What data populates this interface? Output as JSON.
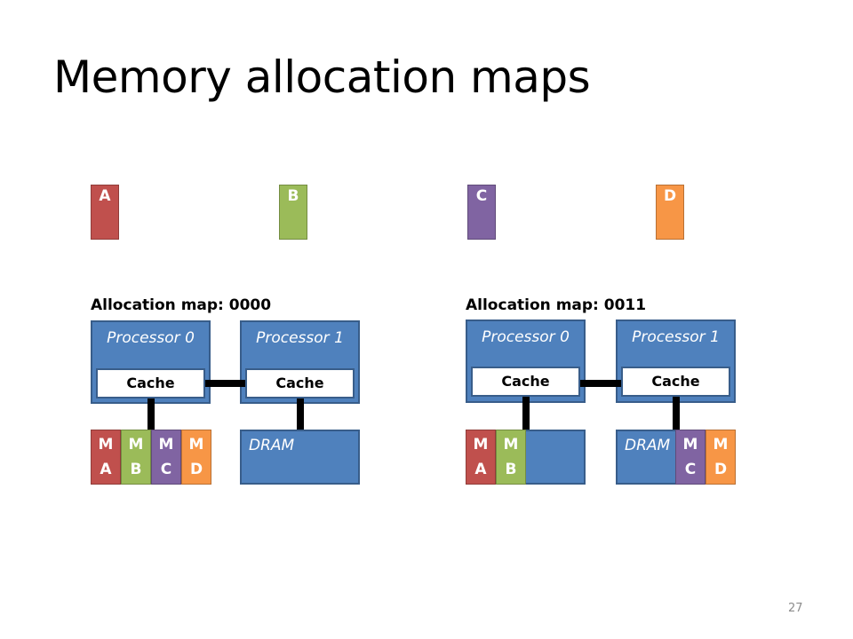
{
  "title": "Memory allocation maps",
  "page_number": "27",
  "objects": [
    {
      "label": "A",
      "color": "#c0504d"
    },
    {
      "label": "B",
      "color": "#9bbb59"
    },
    {
      "label": "C",
      "color": "#8064a2"
    },
    {
      "label": "D",
      "color": "#f79646"
    }
  ],
  "left_system": {
    "allocation_label": "Allocation map: 0000",
    "processor0": "Processor 0",
    "processor1": "Processor 1",
    "cache0": "Cache",
    "cache1": "Cache",
    "dram": "DRAM",
    "meta": [
      {
        "top": "M",
        "bottom": "A"
      },
      {
        "top": "M",
        "bottom": "B"
      },
      {
        "top": "M",
        "bottom": "C"
      },
      {
        "top": "M",
        "bottom": "D"
      }
    ]
  },
  "right_system": {
    "allocation_label": "Allocation map: 0011",
    "processor0": "Processor 0",
    "processor1": "Processor 1",
    "cache0": "Cache",
    "cache1": "Cache",
    "dram": "DRAM",
    "meta": [
      {
        "top": "M",
        "bottom": "A"
      },
      {
        "top": "M",
        "bottom": "B"
      },
      {
        "top": "M",
        "bottom": "C"
      },
      {
        "top": "M",
        "bottom": "D"
      }
    ]
  }
}
